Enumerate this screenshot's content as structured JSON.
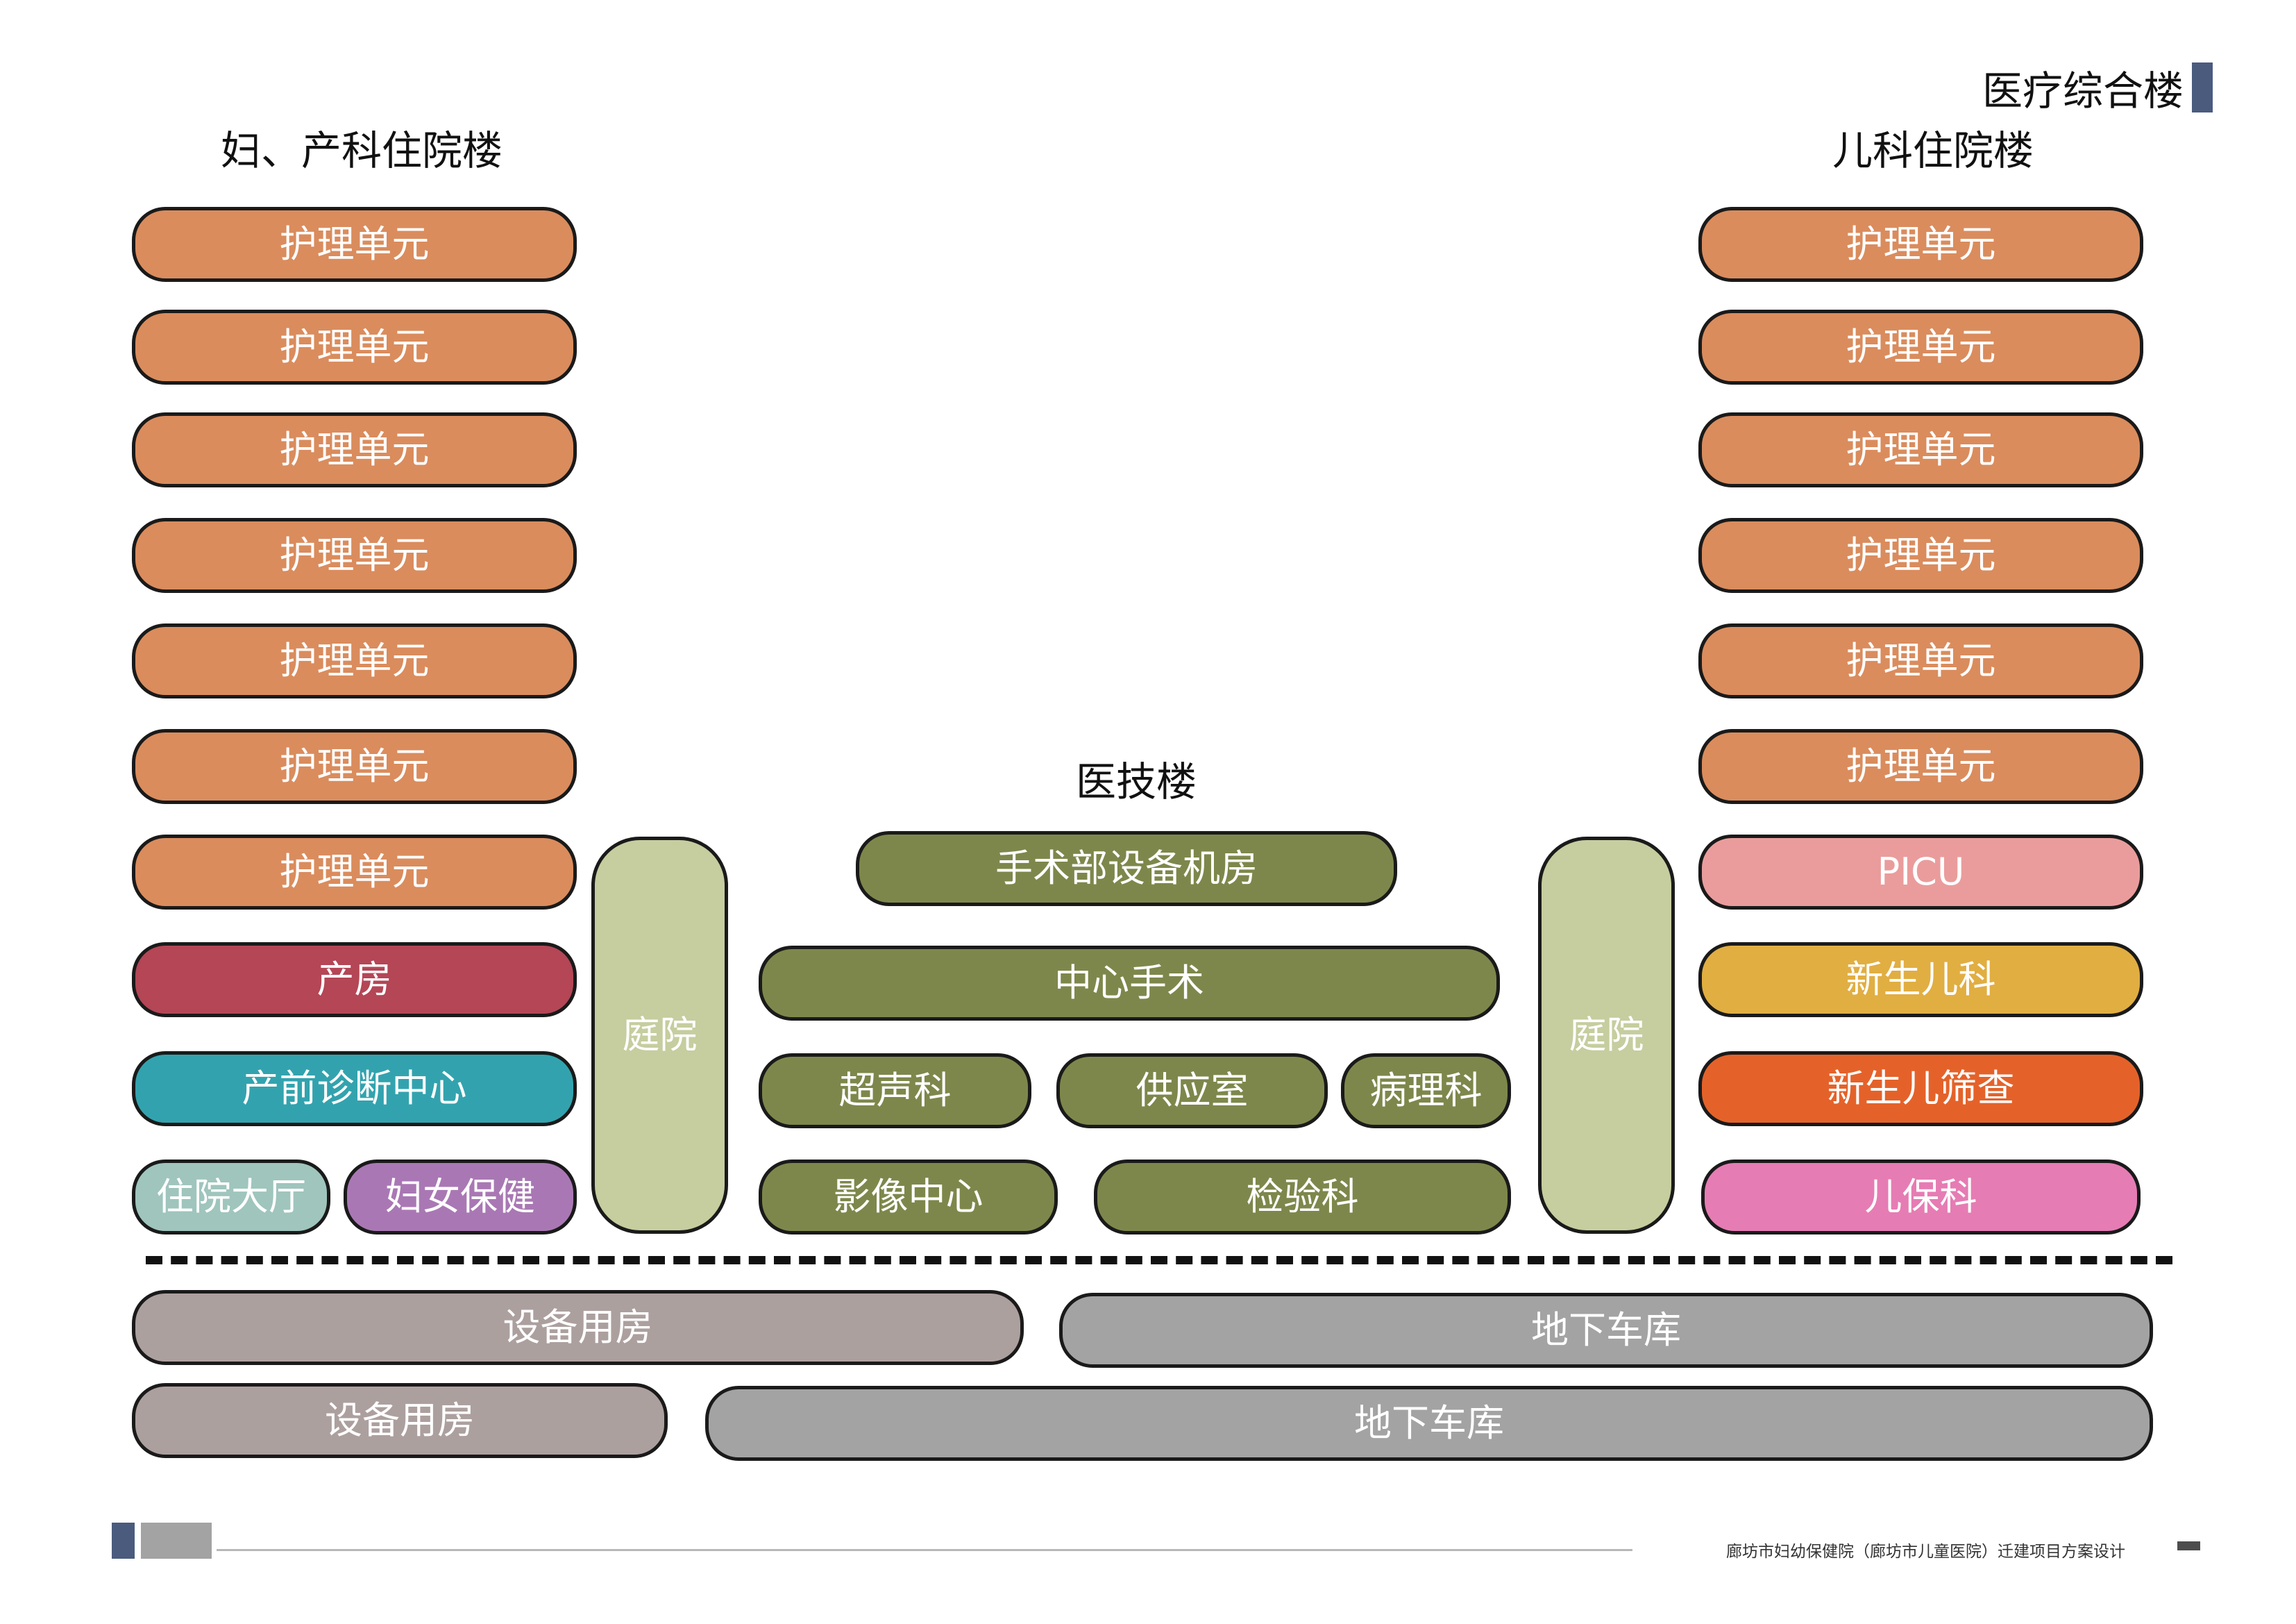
{
  "title": "医疗综合楼",
  "colors": {
    "nursing": "#da8c5d",
    "delivery": "#b44656",
    "prenatal": "#32a3ae",
    "lobby": "#9fc5bd",
    "womens_health": "#a978b4",
    "courtyard": "#c6cd9f",
    "medtech": "#7e874b",
    "picu": "#ea9c9c",
    "neonatal": "#e1ae42",
    "screening": "#e4622a",
    "child_care": "#e67cb4",
    "equipment": "#aca09f",
    "garage": "#a3a3a3",
    "accent": "#4a5b7e"
  },
  "left_building": {
    "heading": "妇、产科住院楼",
    "nursing_units": [
      "护理单元",
      "护理单元",
      "护理单元",
      "护理单元",
      "护理单元",
      "护理单元",
      "护理单元"
    ],
    "delivery_room": "产房",
    "prenatal_center": "产前诊断中心",
    "lobby": "住院大厅",
    "womens_health": "妇女保健"
  },
  "courtyard_left": "庭院",
  "courtyard_right": "庭院",
  "center_building": {
    "heading": "医技楼",
    "surgery_equipment_room": "手术部设备机房",
    "central_surgery": "中心手术",
    "ultrasound": "超声科",
    "supply_room": "供应室",
    "pathology": "病理科",
    "imaging_center": "影像中心",
    "laboratory": "检验科"
  },
  "right_building": {
    "heading": "儿科住院楼",
    "nursing_units": [
      "护理单元",
      "护理单元",
      "护理单元",
      "护理单元",
      "护理单元",
      "护理单元"
    ],
    "picu": "PICU",
    "neonatal": "新生儿科",
    "neonatal_screening": "新生儿筛查",
    "child_care": "儿保科"
  },
  "basement": {
    "upper_equipment": "设备用房",
    "upper_garage": "地下车库",
    "lower_equipment": "设备用房",
    "lower_garage": "地下车库"
  },
  "footer": {
    "project": "廊坊市妇幼保健院（廊坊市儿童医院）迁建项目方案设计"
  }
}
